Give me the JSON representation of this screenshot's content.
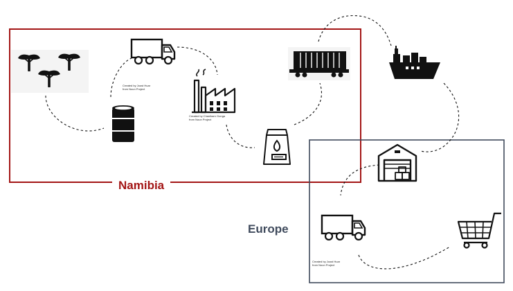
{
  "regions": {
    "namibia": {
      "label": "Namibia",
      "color": "#a31515"
    },
    "europe": {
      "label": "Europe",
      "color": "#3f4a5c"
    }
  },
  "credits": {
    "truck_namibia": {
      "line1": "Created by Joost Huar",
      "line2": "from Noun Project"
    },
    "factory": {
      "line1": "Created by Chanikarn Gonga",
      "line2": "from Noun Project"
    },
    "truck_europe": {
      "line1": "Created by Joost Huar",
      "line2": "from Noun Project"
    }
  },
  "icons": [
    "acacia-trees-icon",
    "truck-icon",
    "oil-barrel-icon",
    "factory-icon",
    "freight-train-icon",
    "cargo-ship-icon",
    "fuel-bag-icon",
    "warehouse-icon",
    "shopping-cart-icon"
  ],
  "colors": {
    "ink": "#111111",
    "flow_line": "#111111"
  }
}
